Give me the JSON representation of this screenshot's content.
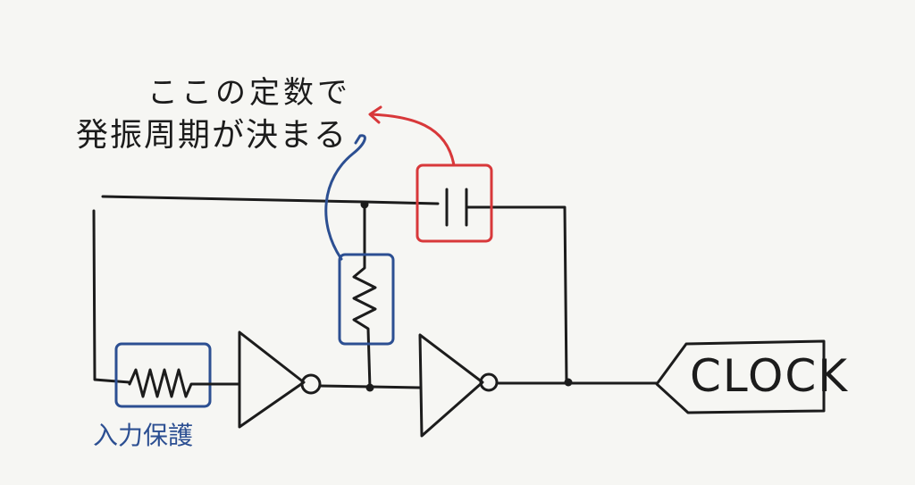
{
  "annotation": {
    "line1": "ここの定数で",
    "line2": "発振周期が決まる"
  },
  "input_protection_label": "入力保護",
  "output_label": "CLOCK",
  "colors": {
    "wire": "#1c1c1c",
    "resistor_highlight": "#2c4f92",
    "capacitor_highlight": "#d8383a",
    "background": "#f6f6f3"
  }
}
